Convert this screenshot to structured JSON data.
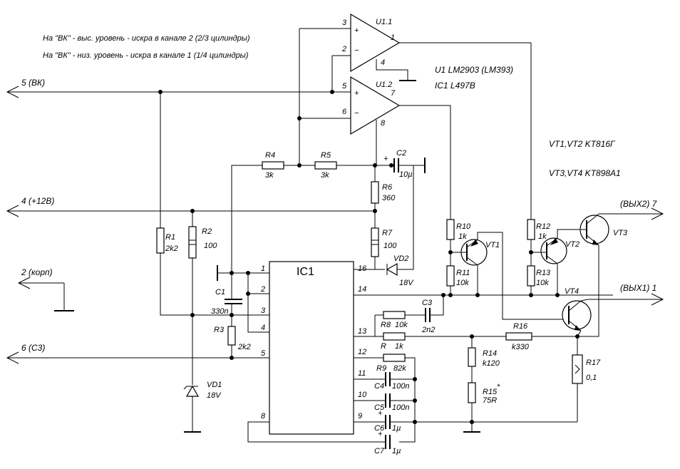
{
  "notes": {
    "high": "На \"ВК\" - выс. уровень - искра в канале 2 (2/3 цилиндры)",
    "low": "На \"ВК\" - низ. уровень - искра в канале 1 (1/4 цилиндры)",
    "u1": "U1  LM2903 (LM393)",
    "ic1": "IC1  L497B",
    "vt12": "VT1,VT2  KT816Г",
    "vt34": "VT3,VT4  KT898A1"
  },
  "terminals": {
    "vk": "5 (ВК)",
    "p12": "4 (+12В)",
    "korp": "2 (корп)",
    "c3": "6 (С3)",
    "out2": "(ВЫХ2) 7",
    "out1": "(ВЫХ1) 1"
  },
  "opamps": {
    "u11": {
      "name": "U1.1",
      "pin_plus": "3",
      "pin_minus": "2",
      "pin_out": "1",
      "pin_gnd": "4"
    },
    "u12": {
      "name": "U1.2",
      "pin_plus": "5",
      "pin_minus": "6",
      "pin_out": "7",
      "pin_pwr": "8"
    }
  },
  "ic": {
    "name": "IC1",
    "left_pins": [
      "1",
      "2",
      "3",
      "4",
      "5",
      "8"
    ],
    "right_pins": [
      "16",
      "14",
      "13",
      "12",
      "11",
      "10",
      "9"
    ]
  },
  "resistors": {
    "r1": {
      "name": "R1",
      "value": "2k2"
    },
    "r2": {
      "name": "R2",
      "value": "100"
    },
    "r3": {
      "name": "R3",
      "value": "2k2"
    },
    "r4": {
      "name": "R4",
      "value": "3k"
    },
    "r5": {
      "name": "R5",
      "value": "3k"
    },
    "r6": {
      "name": "R6",
      "value": "360"
    },
    "r7": {
      "name": "R7",
      "value": "100"
    },
    "r8": {
      "name": "R8",
      "value": "10k"
    },
    "r": {
      "name": "R",
      "value": "1k"
    },
    "r9": {
      "name": "R9",
      "value": "82k"
    },
    "r10": {
      "name": "R10",
      "value": "1k"
    },
    "r11": {
      "name": "R11",
      "value": "10k"
    },
    "r12": {
      "name": "R12",
      "value": "1k"
    },
    "r13": {
      "name": "R13",
      "value": "10k"
    },
    "r14": {
      "name": "R14",
      "value": "k120"
    },
    "r15": {
      "name": "R15",
      "value": "75R",
      "mark": "*"
    },
    "r16": {
      "name": "R16",
      "value": "k330"
    },
    "r17": {
      "name": "R17",
      "value": "0,1"
    }
  },
  "capacitors": {
    "c1": {
      "name": "C1",
      "value": "330n"
    },
    "c2": {
      "name": "C2",
      "value": "10µ"
    },
    "c3": {
      "name": "C3",
      "value": "2n2"
    },
    "c4": {
      "name": "C4",
      "value": "100n"
    },
    "c5": {
      "name": "C5",
      "value": "100n"
    },
    "c6": {
      "name": "C6",
      "value": "1µ"
    },
    "c7": {
      "name": "C7",
      "value": "1µ"
    }
  },
  "diodes": {
    "vd1": {
      "name": "VD1",
      "value": "18V"
    },
    "vd2": {
      "name": "VD2",
      "value": "18V"
    }
  },
  "transistors": {
    "vt1": "VT1",
    "vt2": "VT2",
    "vt3": "VT3",
    "vt4": "VT4"
  },
  "signs": {
    "plus": "+",
    "minus": "−"
  }
}
